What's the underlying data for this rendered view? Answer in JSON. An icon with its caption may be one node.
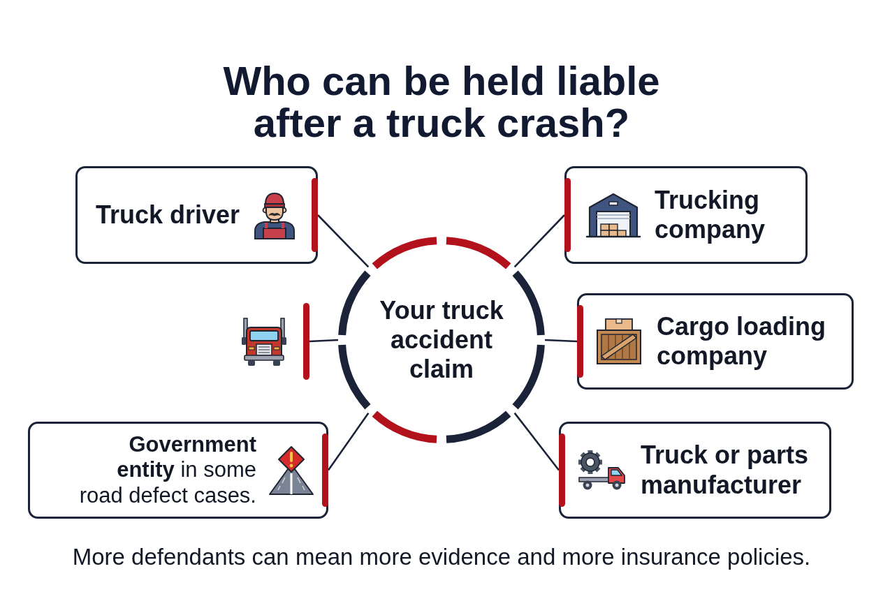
{
  "diagram": {
    "title": "Who can be held liable after a truck crash?",
    "caption": "More defendants can mean more evidence and more insurance policies.",
    "nodes": [
      {
        "text": [
          "Truck driver"
        ]
      },
      {
        "text": [
          "Trucking company"
        ]
      },
      {
        "text": [],
        "shape": "picture"
      },
      {
        "text": [
          "Your truck accident claim"
        ]
      },
      {
        "text": [
          "Cargo loading company"
        ]
      },
      {
        "text": [
          "**Government entity** in some road defect cases."
        ]
      },
      {
        "text": [
          "Truck or parts manufacturer"
        ]
      }
    ],
    "edges": [
      {
        "from": 3,
        "to": 0,
        "arrow": "none"
      },
      {
        "from": 3,
        "to": 1,
        "arrow": "none"
      },
      {
        "from": 3,
        "to": 2,
        "arrow": "none"
      },
      {
        "from": 3,
        "to": 4,
        "arrow": "none"
      },
      {
        "from": 3,
        "to": 5,
        "arrow": "none"
      },
      {
        "from": 3,
        "to": 6,
        "arrow": "none"
      }
    ]
  }
}
